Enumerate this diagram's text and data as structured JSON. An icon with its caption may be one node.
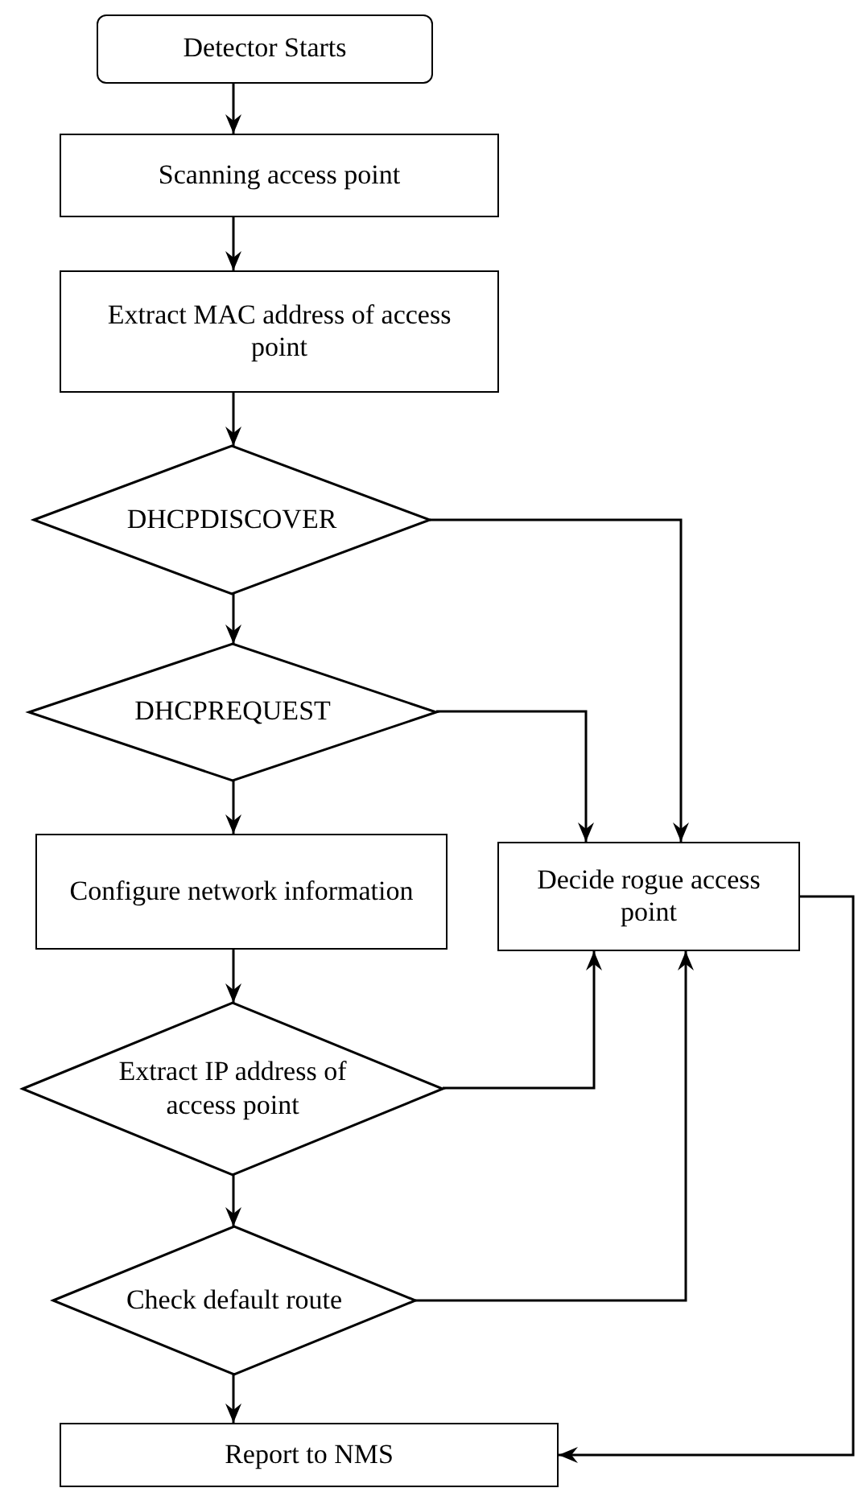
{
  "diagram": {
    "nodes": [
      {
        "text": [
          "Detector Starts"
        ]
      },
      {
        "text": [
          "Scanning access point"
        ]
      },
      {
        "text": [
          "Extract MAC address of access point"
        ]
      },
      {
        "text": [
          "DHCPDISCOVER"
        ]
      },
      {
        "text": [
          "DHCPREQUEST"
        ]
      },
      {
        "text": [
          "Configure network information"
        ]
      },
      {
        "text": [
          "Decide rogue access point"
        ]
      },
      {
        "text": [
          "Extract IP address of access point"
        ]
      },
      {
        "text": [
          "Check default route"
        ]
      },
      {
        "text": [
          "Report to NMS"
        ]
      }
    ],
    "edges": [
      {
        "from": 0,
        "to": 1,
        "arrow": "to"
      },
      {
        "from": 1,
        "to": 2,
        "arrow": "to"
      },
      {
        "from": 2,
        "to": 3,
        "arrow": "to"
      },
      {
        "from": 3,
        "to": 4,
        "arrow": "to"
      },
      {
        "from": 3,
        "to": 6,
        "arrow": "to"
      },
      {
        "from": 4,
        "to": 5,
        "arrow": "to"
      },
      {
        "from": 4,
        "to": 6,
        "arrow": "to"
      },
      {
        "from": 5,
        "to": 7,
        "arrow": "to"
      },
      {
        "from": 7,
        "to": 6,
        "arrow": "to"
      },
      {
        "from": 7,
        "to": 8,
        "arrow": "to"
      },
      {
        "from": 8,
        "to": 6,
        "arrow": "to"
      },
      {
        "from": 8,
        "to": 9,
        "arrow": "to"
      },
      {
        "from": 6,
        "to": 9,
        "arrow": "to"
      }
    ]
  }
}
